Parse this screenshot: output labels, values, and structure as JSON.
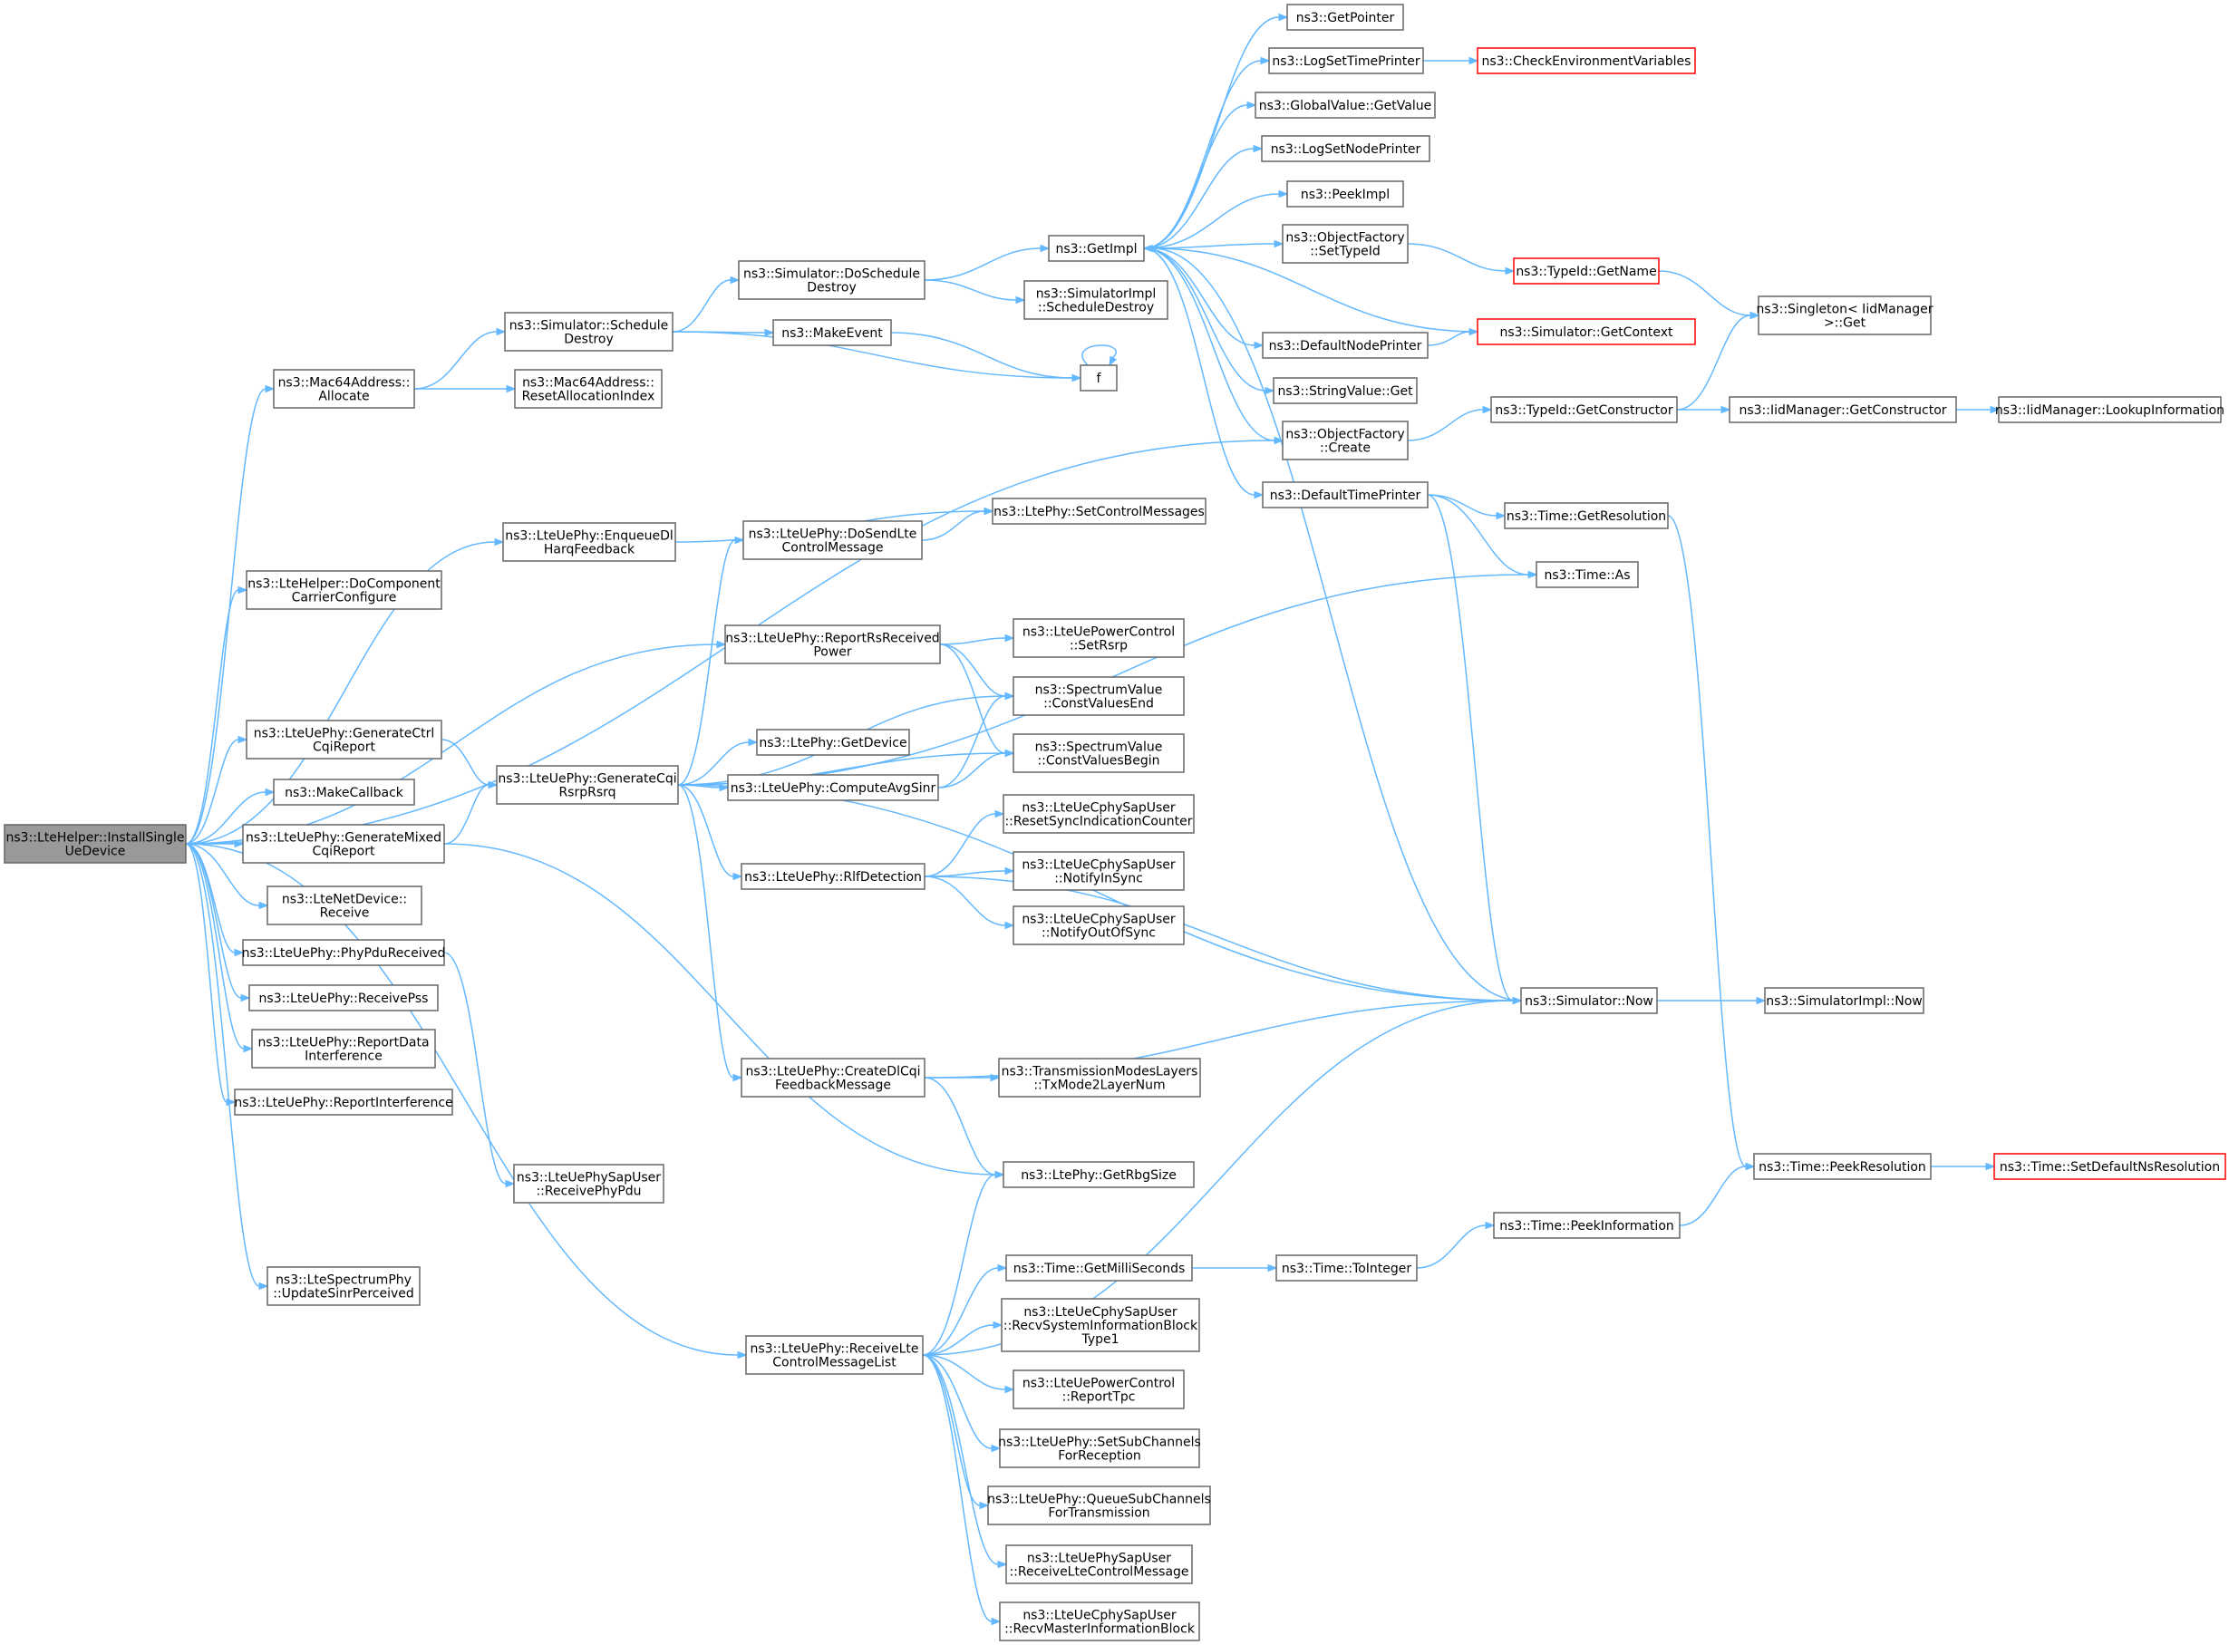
{
  "diagram": {
    "nodes": [
      {
        "id": "root",
        "lines": [
          "ns3::LteHelper::InstallSingle",
          "UeDevice"
        ],
        "root": true
      },
      {
        "id": "mac_alloc",
        "lines": [
          "ns3::Mac64Address::",
          "Allocate"
        ]
      },
      {
        "id": "dcc",
        "lines": [
          "ns3::LteHelper::DoComponent",
          "CarrierConfigure"
        ]
      },
      {
        "id": "genctrl",
        "lines": [
          "ns3::LteUePhy::GenerateCtrl",
          "CqiReport"
        ]
      },
      {
        "id": "makecb",
        "lines": [
          "ns3::MakeCallback"
        ]
      },
      {
        "id": "genmixed",
        "lines": [
          "ns3::LteUePhy::GenerateMixed",
          "CqiReport"
        ]
      },
      {
        "id": "netdev_recv",
        "lines": [
          "ns3::LteNetDevice::",
          "Receive"
        ]
      },
      {
        "id": "phypdu",
        "lines": [
          "ns3::LteUePhy::PhyPduReceived"
        ]
      },
      {
        "id": "recvpss",
        "lines": [
          "ns3::LteUePhy::ReceivePss"
        ]
      },
      {
        "id": "repdata",
        "lines": [
          "ns3::LteUePhy::ReportData",
          "Interference"
        ]
      },
      {
        "id": "repintf",
        "lines": [
          "ns3::LteUePhy::ReportInterference"
        ]
      },
      {
        "id": "updsinr",
        "lines": [
          "ns3::LteSpectrumPhy",
          "::UpdateSinrPerceived"
        ]
      },
      {
        "id": "sim_schedd",
        "lines": [
          "ns3::Simulator::Schedule",
          "Destroy"
        ]
      },
      {
        "id": "mac_reset",
        "lines": [
          "ns3::Mac64Address::",
          "ResetAllocationIndex"
        ]
      },
      {
        "id": "enqueue",
        "lines": [
          "ns3::LteUePhy::EnqueueDl",
          "HarqFeedback"
        ]
      },
      {
        "id": "gencqi",
        "lines": [
          "ns3::LteUePhy::GenerateCqi",
          "RsrpRsrq"
        ]
      },
      {
        "id": "recvphypdu",
        "lines": [
          "ns3::LteUePhySapUser",
          "::ReceivePhyPdu"
        ]
      },
      {
        "id": "recvctrl",
        "lines": [
          "ns3::LteUePhy::ReceiveLte",
          "ControlMessageList"
        ]
      },
      {
        "id": "doschedd",
        "lines": [
          "ns3::Simulator::DoSchedule",
          "Destroy"
        ]
      },
      {
        "id": "makeevent",
        "lines": [
          "ns3::MakeEvent"
        ]
      },
      {
        "id": "dosendlte",
        "lines": [
          "ns3::LteUePhy::DoSendLte",
          "ControlMessage"
        ]
      },
      {
        "id": "reprs",
        "lines": [
          "ns3::LteUePhy::ReportRsReceived",
          "Power"
        ]
      },
      {
        "id": "getdevice",
        "lines": [
          "ns3::LtePhy::GetDevice"
        ]
      },
      {
        "id": "avgsinr",
        "lines": [
          "ns3::LteUePhy::ComputeAvgSinr"
        ]
      },
      {
        "id": "rlf",
        "lines": [
          "ns3::LteUePhy::RlfDetection"
        ]
      },
      {
        "id": "createdl",
        "lines": [
          "ns3::LteUePhy::CreateDlCqi",
          "FeedbackMessage"
        ]
      },
      {
        "id": "getimpl",
        "lines": [
          "ns3::GetImpl"
        ]
      },
      {
        "id": "simimpl_sd",
        "lines": [
          "ns3::SimulatorImpl",
          "::ScheduleDestroy"
        ]
      },
      {
        "id": "f",
        "lines": [
          "f"
        ]
      },
      {
        "id": "setctrl",
        "lines": [
          "ns3::LtePhy::SetControlMessages"
        ]
      },
      {
        "id": "setrsrp",
        "lines": [
          "ns3::LteUePowerControl",
          "::SetRsrp"
        ]
      },
      {
        "id": "cvend",
        "lines": [
          "ns3::SpectrumValue",
          "::ConstValuesEnd"
        ]
      },
      {
        "id": "cvbegin",
        "lines": [
          "ns3::SpectrumValue",
          "::ConstValuesBegin"
        ]
      },
      {
        "id": "resetsync",
        "lines": [
          "ns3::LteUeCphySapUser",
          "::ResetSyncIndicationCounter"
        ]
      },
      {
        "id": "notifyin",
        "lines": [
          "ns3::LteUeCphySapUser",
          "::NotifyInSync"
        ]
      },
      {
        "id": "notifyout",
        "lines": [
          "ns3::LteUeCphySapUser",
          "::NotifyOutOfSync"
        ]
      },
      {
        "id": "txmode",
        "lines": [
          "ns3::TransmissionModesLayers",
          "::TxMode2LayerNum"
        ]
      },
      {
        "id": "getrbg",
        "lines": [
          "ns3::LtePhy::GetRbgSize"
        ]
      },
      {
        "id": "getms",
        "lines": [
          "ns3::Time::GetMilliSeconds"
        ]
      },
      {
        "id": "recvsib",
        "lines": [
          "ns3::LteUeCphySapUser",
          "::RecvSystemInformationBlock",
          "Type1"
        ]
      },
      {
        "id": "reporttpc",
        "lines": [
          "ns3::LteUePowerControl",
          "::ReportTpc"
        ]
      },
      {
        "id": "setsubch",
        "lines": [
          "ns3::LteUePhy::SetSubChannels",
          "ForReception"
        ]
      },
      {
        "id": "queuesub",
        "lines": [
          "ns3::LteUePhy::QueueSubChannels",
          "ForTransmission"
        ]
      },
      {
        "id": "recvltectrl",
        "lines": [
          "ns3::LteUePhySapUser",
          "::ReceiveLteControlMessage"
        ]
      },
      {
        "id": "recvmib",
        "lines": [
          "ns3::LteUeCphySapUser",
          "::RecvMasterInformationBlock"
        ]
      },
      {
        "id": "getpointer",
        "lines": [
          "ns3::GetPointer"
        ]
      },
      {
        "id": "logsettime",
        "lines": [
          "ns3::LogSetTimePrinter"
        ]
      },
      {
        "id": "gvgetvalue",
        "lines": [
          "ns3::GlobalValue::GetValue"
        ]
      },
      {
        "id": "logsetnode",
        "lines": [
          "ns3::LogSetNodePrinter"
        ]
      },
      {
        "id": "peekimpl",
        "lines": [
          "ns3::PeekImpl"
        ]
      },
      {
        "id": "ofsettypeid",
        "lines": [
          "ns3::ObjectFactory",
          "::SetTypeId"
        ]
      },
      {
        "id": "defnode",
        "lines": [
          "ns3::DefaultNodePrinter"
        ]
      },
      {
        "id": "strget",
        "lines": [
          "ns3::StringValue::Get"
        ]
      },
      {
        "id": "ofcreate",
        "lines": [
          "ns3::ObjectFactory",
          "::Create"
        ]
      },
      {
        "id": "deftime",
        "lines": [
          "ns3::DefaultTimePrinter"
        ]
      },
      {
        "id": "simnow",
        "lines": [
          "ns3::Simulator::Now"
        ]
      },
      {
        "id": "tointeger",
        "lines": [
          "ns3::Time::ToInteger"
        ]
      },
      {
        "id": "checkenv",
        "lines": [
          "ns3::CheckEnvironmentVariables"
        ],
        "truncated": true
      },
      {
        "id": "typeidname",
        "lines": [
          "ns3::TypeId::GetName"
        ],
        "truncated": true
      },
      {
        "id": "simgetctx",
        "lines": [
          "ns3::Simulator::GetContext"
        ],
        "truncated": true
      },
      {
        "id": "typeidctor",
        "lines": [
          "ns3::TypeId::GetConstructor"
        ]
      },
      {
        "id": "timeres",
        "lines": [
          "ns3::Time::GetResolution"
        ]
      },
      {
        "id": "timeas",
        "lines": [
          "ns3::Time::As"
        ]
      },
      {
        "id": "simimplnow",
        "lines": [
          "ns3::SimulatorImpl::Now"
        ]
      },
      {
        "id": "peekinfo",
        "lines": [
          "ns3::Time::PeekInformation"
        ]
      },
      {
        "id": "singleton",
        "lines": [
          "ns3::Singleton< IidManager",
          ">::Get"
        ]
      },
      {
        "id": "iidctor",
        "lines": [
          "ns3::IidManager::GetConstructor"
        ]
      },
      {
        "id": "peekres",
        "lines": [
          "ns3::Time::PeekResolution"
        ]
      },
      {
        "id": "lookupinfo",
        "lines": [
          "ns3::IidManager::LookupInformation"
        ]
      },
      {
        "id": "setdefres",
        "lines": [
          "ns3::Time::SetDefaultNsResolution"
        ],
        "truncated": true
      }
    ],
    "edges": [
      [
        "root",
        "mac_alloc"
      ],
      [
        "root",
        "dcc"
      ],
      [
        "root",
        "genctrl"
      ],
      [
        "root",
        "makecb"
      ],
      [
        "root",
        "genmixed"
      ],
      [
        "root",
        "netdev_recv"
      ],
      [
        "root",
        "phypdu"
      ],
      [
        "root",
        "recvpss"
      ],
      [
        "root",
        "repdata"
      ],
      [
        "root",
        "repintf"
      ],
      [
        "root",
        "updsinr"
      ],
      [
        "root",
        "enqueue"
      ],
      [
        "root",
        "reprs"
      ],
      [
        "root",
        "recvctrl"
      ],
      [
        "root",
        "ofcreate"
      ],
      [
        "mac_alloc",
        "sim_schedd"
      ],
      [
        "mac_alloc",
        "mac_reset"
      ],
      [
        "sim_schedd",
        "doschedd"
      ],
      [
        "sim_schedd",
        "makeevent"
      ],
      [
        "sim_schedd",
        "f"
      ],
      [
        "doschedd",
        "getimpl"
      ],
      [
        "doschedd",
        "simimpl_sd"
      ],
      [
        "makeevent",
        "f"
      ],
      [
        "f",
        "f"
      ],
      [
        "enqueue",
        "setctrl"
      ],
      [
        "genctrl",
        "gencqi"
      ],
      [
        "genmixed",
        "gencqi"
      ],
      [
        "genmixed",
        "getrbg"
      ],
      [
        "phypdu",
        "recvphypdu"
      ],
      [
        "gencqi",
        "dosendlte"
      ],
      [
        "gencqi",
        "timeas"
      ],
      [
        "gencqi",
        "cvend"
      ],
      [
        "gencqi",
        "getdevice"
      ],
      [
        "gencqi",
        "avgsinr"
      ],
      [
        "gencqi",
        "cvbegin"
      ],
      [
        "gencqi",
        "rlf"
      ],
      [
        "gencqi",
        "simnow"
      ],
      [
        "gencqi",
        "createdl"
      ],
      [
        "dosendlte",
        "setctrl"
      ],
      [
        "reprs",
        "setrsrp"
      ],
      [
        "reprs",
        "cvend"
      ],
      [
        "reprs",
        "cvbegin"
      ],
      [
        "avgsinr",
        "cvend"
      ],
      [
        "avgsinr",
        "cvbegin"
      ],
      [
        "rlf",
        "resetsync"
      ],
      [
        "rlf",
        "notifyin"
      ],
      [
        "rlf",
        "notifyout"
      ],
      [
        "rlf",
        "simnow"
      ],
      [
        "createdl",
        "txmode"
      ],
      [
        "createdl",
        "simnow"
      ],
      [
        "createdl",
        "getrbg"
      ],
      [
        "recvctrl",
        "getrbg"
      ],
      [
        "recvctrl",
        "simnow"
      ],
      [
        "recvctrl",
        "getms"
      ],
      [
        "recvctrl",
        "recvsib"
      ],
      [
        "recvctrl",
        "reporttpc"
      ],
      [
        "recvctrl",
        "setsubch"
      ],
      [
        "recvctrl",
        "queuesub"
      ],
      [
        "recvctrl",
        "recvltectrl"
      ],
      [
        "recvctrl",
        "recvmib"
      ],
      [
        "getimpl",
        "getpointer"
      ],
      [
        "getimpl",
        "logsettime"
      ],
      [
        "getimpl",
        "gvgetvalue"
      ],
      [
        "getimpl",
        "logsetnode"
      ],
      [
        "getimpl",
        "peekimpl"
      ],
      [
        "getimpl",
        "ofsettypeid"
      ],
      [
        "getimpl",
        "defnode"
      ],
      [
        "getimpl",
        "strget"
      ],
      [
        "getimpl",
        "ofcreate"
      ],
      [
        "getimpl",
        "deftime"
      ],
      [
        "simgetctx",
        "getimpl"
      ],
      [
        "simnow",
        "getimpl"
      ],
      [
        "logsettime",
        "checkenv"
      ],
      [
        "ofsettypeid",
        "typeidname"
      ],
      [
        "defnode",
        "simgetctx"
      ],
      [
        "ofcreate",
        "typeidctor"
      ],
      [
        "deftime",
        "timeres"
      ],
      [
        "deftime",
        "timeas"
      ],
      [
        "deftime",
        "simnow"
      ],
      [
        "simnow",
        "simimplnow"
      ],
      [
        "timeres",
        "peekres"
      ],
      [
        "getms",
        "tointeger"
      ],
      [
        "tointeger",
        "peekinfo"
      ],
      [
        "peekinfo",
        "peekres"
      ],
      [
        "peekres",
        "setdefres"
      ],
      [
        "typeidname",
        "singleton"
      ],
      [
        "typeidctor",
        "singleton"
      ],
      [
        "typeidctor",
        "iidctor"
      ],
      [
        "iidctor",
        "lookupinfo"
      ]
    ]
  }
}
